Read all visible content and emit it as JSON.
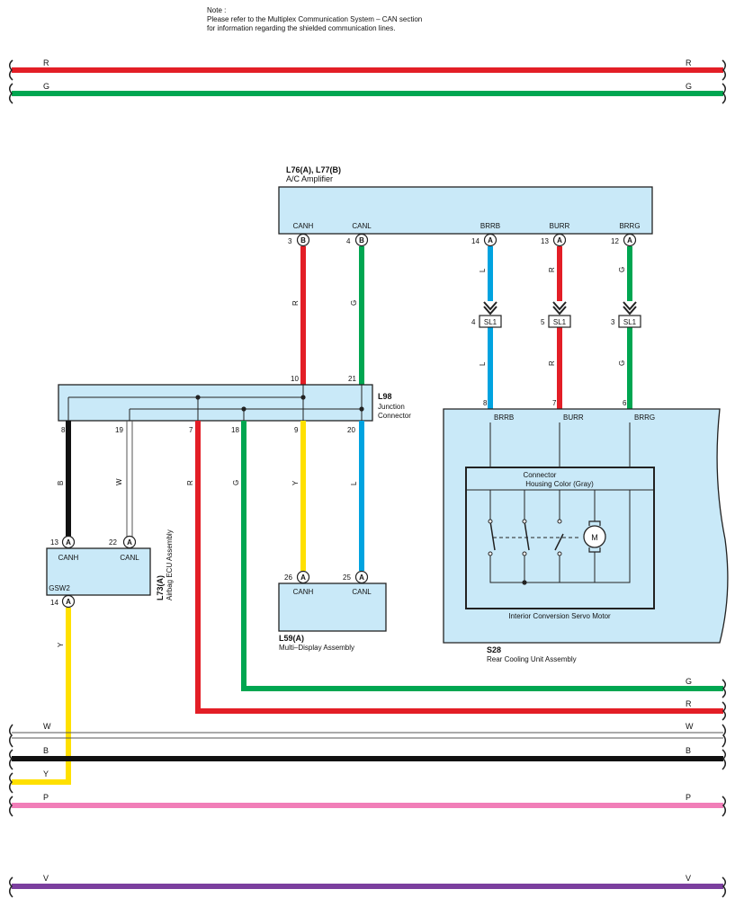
{
  "note": {
    "line1": "Note :",
    "line2": "Please refer to the Multiplex Communication System – CAN section",
    "line3": "for information regarding the shielded communication lines."
  },
  "colors": {
    "R": "#e31e26",
    "G": "#00a651",
    "L": "#00a3e0",
    "Y": "#ffe000",
    "B": "#111111",
    "W": "#ffffff",
    "P": "#f17eb8",
    "V": "#7b3f9e",
    "box_fill": "#c9e9f8",
    "outline": "#222222"
  },
  "bus": {
    "top_R": "R",
    "top_G": "G",
    "low_G": "G",
    "low_R": "R",
    "low_W": "W",
    "low_B": "B",
    "low_Y": "Y",
    "low_P": "P",
    "low_V": "V"
  },
  "ac_amp": {
    "code": "L76(A), L77(B)",
    "name": "A/C Amplifier",
    "terminals": [
      {
        "label": "CANH",
        "pin": "3",
        "conn": "B",
        "wire": "R"
      },
      {
        "label": "CANL",
        "pin": "4",
        "conn": "B",
        "wire": "G"
      },
      {
        "label": "BRRB",
        "pin": "14",
        "conn": "A",
        "wire": "L"
      },
      {
        "label": "BURR",
        "pin": "13",
        "conn": "A",
        "wire": "R"
      },
      {
        "label": "BRRG",
        "pin": "12",
        "conn": "A",
        "wire": "G"
      }
    ]
  },
  "sl1": [
    {
      "pin": "4",
      "label": "SL1",
      "wire": "L"
    },
    {
      "pin": "5",
      "label": "SL1",
      "wire": "R"
    },
    {
      "pin": "3",
      "label": "SL1",
      "wire": "G"
    }
  ],
  "jc": {
    "code": "L98",
    "name_l1": "Junction",
    "name_l2": "Connector",
    "top_pins": [
      "10",
      "21"
    ],
    "bottom": [
      {
        "pin": "8",
        "wire": "B"
      },
      {
        "pin": "19",
        "wire": "W"
      },
      {
        "pin": "7",
        "wire": "R"
      },
      {
        "pin": "18",
        "wire": "G"
      },
      {
        "pin": "9",
        "wire": "Y"
      },
      {
        "pin": "20",
        "wire": "L"
      }
    ]
  },
  "airbag": {
    "code": "L73(A)",
    "name": "Airbag ECU Assembly",
    "terminals": [
      {
        "label": "CANH",
        "pin": "13",
        "conn": "A"
      },
      {
        "label": "CANL",
        "pin": "22",
        "conn": "A"
      },
      {
        "label": "GSW2",
        "pin": "14",
        "conn": "A"
      }
    ]
  },
  "mda": {
    "code": "L59(A)",
    "name": "Multi–Display Assembly",
    "terminals": [
      {
        "label": "CANH",
        "pin": "26",
        "conn": "A"
      },
      {
        "label": "CANL",
        "pin": "25",
        "conn": "A"
      }
    ]
  },
  "rcu": {
    "code": "S28",
    "name": "Rear Cooling Unit Assembly",
    "terminals": [
      {
        "label": "BRRB",
        "pin": "8"
      },
      {
        "label": "BURR",
        "pin": "7"
      },
      {
        "label": "BRRG",
        "pin": "6"
      }
    ],
    "housing_l1": "Connector",
    "housing_l2": "Housing Color (Gray)",
    "motor_label": "M",
    "servo_name": "Interior Conversion Servo Motor"
  }
}
